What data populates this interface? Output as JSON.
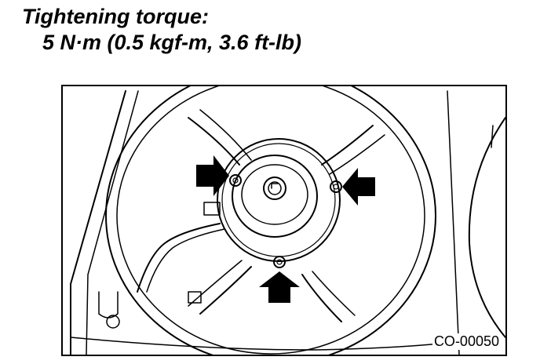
{
  "heading": {
    "title": "Tightening torque:",
    "value": "5 N·m (0.5 kgf-m, 3.6 ft-lb)"
  },
  "figure": {
    "code": "CO-00050",
    "bolts_indicated": 3,
    "line_color": "#000000",
    "background_color": "#ffffff"
  }
}
